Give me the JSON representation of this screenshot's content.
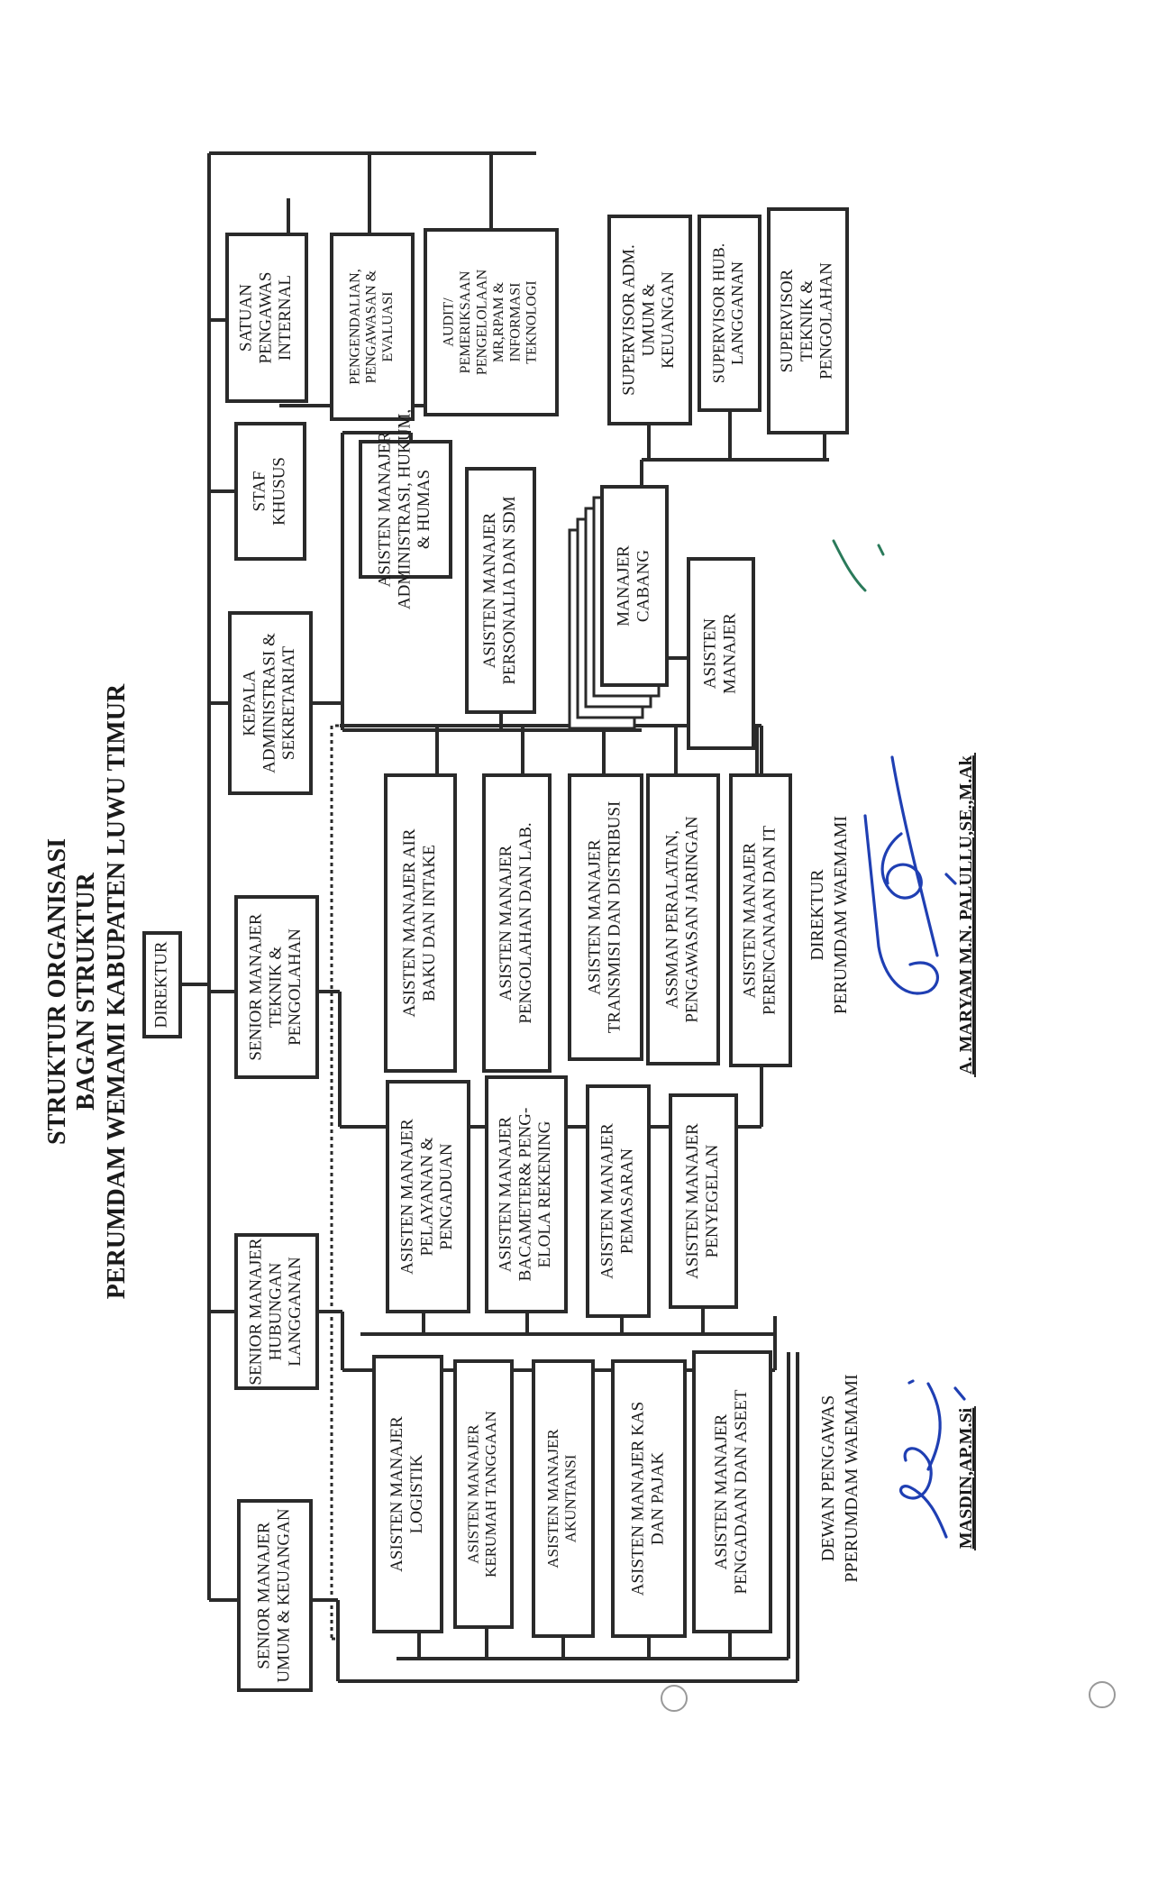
{
  "titles": [
    "STRUKTUR ORGANISASI",
    "BAGAN STRUKTUR",
    "PERUMDAM WEMAMI KABUPATEN LUWU TIMUR"
  ],
  "nodes": {
    "direktur": [
      "DIREKTUR"
    ],
    "sm_umum": [
      "SENIOR MANAJER",
      "UMUM & KEUANGAN"
    ],
    "sm_hub": [
      "SENIOR MANAJER",
      "HUBUNGAN",
      "LANGGANAN"
    ],
    "sm_teknik": [
      "SENIOR MANAJER",
      "TEKNIK &",
      "PENGOLAHAN"
    ],
    "kepala_adm": [
      "KEPALA",
      "ADMINISTRASI &",
      "SEKRETARIAT"
    ],
    "staf": [
      "STAF",
      "KHUSUS"
    ],
    "spi": [
      "SATUAN",
      "PENGAWAS",
      "INTERNAL"
    ],
    "pengendalian": [
      "PENGENDALIAN,",
      "PENGAWASAN &",
      "EVALUASI"
    ],
    "audit": [
      "AUDIT/",
      "PEMERIKSAAN",
      "PENGELOLAAN",
      "MR,RPAM &",
      "INFORMASI",
      "TEKNOLOGI"
    ],
    "am_adm": [
      "ASISTEN MANAJER",
      "ADMINISTRASI, HUKUM,",
      "& HUMAS"
    ],
    "am_sdm": [
      "ASISTEN MANAJER",
      "PERSONALIA DAN SDM"
    ],
    "manajer_cabang": [
      "MANAJER",
      "CABANG"
    ],
    "asisten_manajer": [
      "ASISTEN",
      "MANAJER"
    ],
    "sup_adm": [
      "SUPERVISOR ADM.",
      "UMUM &",
      "KEUANGAN"
    ],
    "sup_hub": [
      "SUPERVISOR HUB.",
      "LANGGANAN"
    ],
    "sup_teknik": [
      "SUPERVISOR",
      "TEKNIK &",
      "PENGOLAHAN"
    ],
    "am_air": [
      "ASISTEN MANAJER   AIR",
      "BAKU DAN  INTAKE"
    ],
    "am_pengolahan": [
      "ASISTEN MANAJER",
      "PENGOLAHAN DAN LAB."
    ],
    "am_transmisi": [
      "ASISTEN MANAJER",
      "TRANSMISI DAN DISTRIBUSI"
    ],
    "assman": [
      "ASSMAN PERALATAN,",
      "PENGAWASAN JARINGAN"
    ],
    "am_perencanaan": [
      "ASISTEN MANAJER",
      "PERENCANAAN DAN IT"
    ],
    "am_pelayanan": [
      "ASISTEN MANAJER",
      "PELAYANAN &",
      "PENGADUAN"
    ],
    "am_bacameter": [
      "ASISTEN MANAJER",
      "BACAMETER& PENG-",
      "ELOLA REKENING"
    ],
    "am_pemasaran": [
      "ASISTEN MANAJER",
      "PEMASARAN"
    ],
    "am_penyegelan": [
      "ASISTEN MANAJER",
      "PENYEGELAN"
    ],
    "am_logistik": [
      "ASISTEN MANAJER",
      "LOGISTIK"
    ],
    "am_kerumah": [
      "ASISTEN MANAJER",
      "KERUMAH TANGGAAN"
    ],
    "am_akuntansi": [
      "ASISTEN MANAJER",
      "AKUNTANSI"
    ],
    "am_kas": [
      "ASISTEN MANAJER KAS",
      "DAN PAJAK"
    ],
    "am_pengadaan": [
      "ASISTEN MANAJER",
      "PENGADAAN DAN ASEET"
    ]
  },
  "signatures": {
    "direktur_label": [
      "DIREKTUR",
      "PERUMDAM WAEMAMI"
    ],
    "direktur_name": "A. MARYAM M.N. PALULLU,SE.,M.Ak",
    "dewan_label": [
      "DEWAN PENGAWAS",
      "PPERUMDAM WAEMAMI"
    ],
    "dewan_name": "MASDIN,AP.M.Si"
  }
}
